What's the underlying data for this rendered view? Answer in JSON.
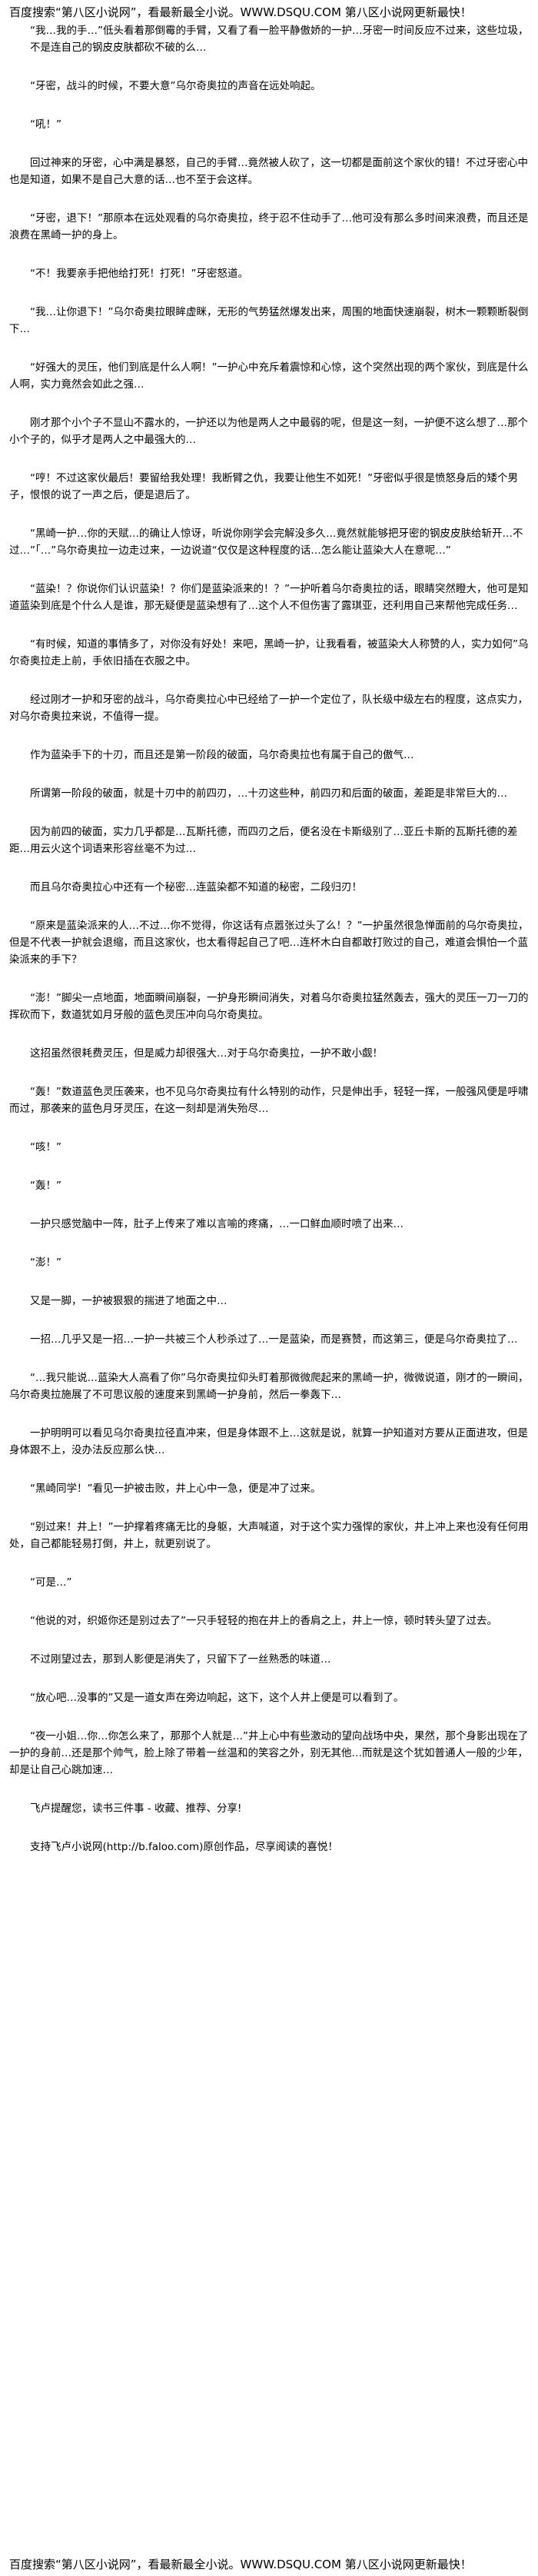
{
  "header_banner": "百度搜索“第八区小说网”，看最新最全小说。WWW.DSQU.COM 第八区小说网更新最快！",
  "footer_banner": "百度搜索“第八区小说网”，看最新最全小说。WWW.DSQU.COM 第八区小说网更新最快！",
  "paragraphs": [
    "“我…我的手…”低头看着那倒霉的手臂，又看了看一脸平静傲娇的一护…牙密一时间反应不过来，这些垃圾，不是连自己的钢皮皮肤都砍不破的么…",
    "“牙密，战斗的时候，不要大意”乌尔奇奥拉的声音在远处响起。",
    "“吼！”",
    "回过神来的牙密，心中满是暴怒，自己的手臂…竟然被人砍了，这一切都是面前这个家伙的错！不过牙密心中也是知道，如果不是自己大意的话…也不至于会这样。",
    "“牙密，退下！”那原本在远处观看的乌尔奇奥拉，终于忍不住动手了…他可没有那么多时间来浪费，而且还是浪费在黑崎一护的身上。",
    "“不！我要亲手把他给打死！打死！”牙密怒道。",
    "“我…让你退下！”乌尔奇奥拉眼眸虚眯，无形的气势猛然爆发出来，周围的地面快速崩裂，树木一颗颗断裂倒下…",
    "“好强大的灵压，他们到底是什么人啊！”一护心中充斥着震惊和心惊，这个突然出现的两个家伙，到底是什么人啊，实力竟然会如此之强…",
    "刚才那个小个子不显山不露水的，一护还以为他是两人之中最弱的呢，但是这一刻，一护便不这么想了…那个小个子的，似乎才是两人之中最强大的…",
    "“哼！不过这家伙最后！要留给我处理！我断臂之仇，我要让他生不如死！”牙密似乎很是愤怒身后的矮个男子，恨恨的说了一声之后，便是退后了。",
    "“黑崎一护…你的天赋…的确让人惊讶，听说你刚学会完解没多久…竟然就能够把牙密的钢皮皮肤给斩开…不过…”「…”乌尔奇奥拉一边走过来，一边说道“仅仅是这种程度的话…怎么能让蓝染大人在意呢…”",
    "“蓝染！？你说你们认识蓝染！？你们是蓝染派来的！？”一护听着乌尔奇奥拉的话，眼睛突然瞪大，他可是知道蓝染到底是个什么人是谁，那无疑便是蓝染想有了…这个人不但伤害了露琪亚，还利用自己来帮他完成任务…",
    "“有时候，知道的事情多了，对你没有好处！来吧，黑崎一护，让我看看，被蓝染大人称赞的人，实力如何”乌尔奇奥拉走上前，手依旧插在衣服之中。",
    "经过刚才一护和牙密的战斗，乌尔奇奥拉心中已经给了一护一个定位了，队长级中级左右的程度，这点实力，对乌尔奇奥拉来说，不值得一提。",
    "作为蓝染手下的十刃，而且还是第一阶段的破面，乌尔奇奥拉也有属于自己的傲气…",
    "所谓第一阶段的破面，就是十刃中的前四刃，…十刃这些种，前四刃和后面的破面，差距是非常巨大的…",
    "因为前四的破面，实力几乎都是…瓦斯托德，而四刃之后，便名没在卡斯级别了…亚丘卡斯的瓦斯托德的差距…用云火这个词语来形容丝毫不为过…",
    "而且乌尔奇奥拉心中还有一个秘密…连蓝染都不知道的秘密，二段归刃！",
    "“原来是蓝染派来的人…不过…你不觉得，你这话有点嚣张过头了么！？”一护虽然很急惮面前的乌尔奇奥拉，但是不代表一护就会退缩，而且这家伙，也太看得起自己了吧…连杯木白自都敢打败过的自己，难道会惧怕一个蓝染派来的手下？",
    "“澎！”脚尖一点地面，地面瞬间崩裂，一护身形瞬间消失，对着乌尔奇奥拉猛然轰去，强大的灵压一刀一刀的挥砍而下，数道犹如月牙般的蓝色灵压冲向乌尔奇奥拉。",
    "这招虽然很耗费灵压，但是威力却很强大…对于乌尔奇奥拉，一护不敢小觑！",
    "“轰！”数道蓝色灵压袭来，也不见乌尔奇奥拉有什么特别的动作，只是伸出手，轻轻一挥，一般强风便是呼啸而过，那袭来的蓝色月牙灵压，在这一刻却是消失殆尽…",
    "“咳！”",
    "“轰！”",
    "一护只感觉脑中一阵，肚子上传来了难以言喻的疼痛，…一口鲜血顺时喷了出来…",
    "“澎！”",
    "又是一脚，一护被狠狠的揣进了地面之中…",
    "一招…几乎又是一招…一护一共被三个人秒杀过了…一是蓝染，而是赛赞，而这第三，便是乌尔奇奥拉了…",
    "“…我只能说…蓝染大人高看了你”乌尔奇奥拉仰头盯着那微微爬起来的黑崎一护，微微说道，刚才的一瞬间，乌尔奇奥拉施展了不可思议般的速度来到黑崎一护身前，然后一拳轰下…",
    "一护明明可以看见乌尔奇奥拉径直冲来，但是身体跟不上…这就是说，就算一护知道对方要从正面进攻，但是身体跟不上，没办法反应那么快…",
    "“黑崎同学！”看见一护被击败，井上心中一急，便是冲了过来。",
    "“别过来！井上！”一护撑着疼痛无比的身躯，大声喊道，对于这个实力强悍的家伙，井上冲上来也没有任何用处，自己都能轻易打倒，井上，就更别说了。",
    "“可是…”",
    "“他说的对，织姬你还是别过去了”一只手轻轻的抱在井上的香肩之上，井上一惊，顿时转头望了过去。",
    "不过刚望过去，那到人影便是消失了，只留下了一丝熟悉的味道…",
    "“放心吧…没事的”又是一道女声在旁边响起，这下，这个人井上便是可以看到了。",
    "“夜一小姐…你…你怎么来了，那那个人就是…”井上心中有些激动的望向战场中央，果然，那个身影出现在了一护的身前…还是那个帅气，脸上除了带着一丝温和的笑容之外，别无其他…而就是这个犹如普通人一般的少年，却是让自己心跳加速…",
    "飞卢提醒您，读书三件事 - 收藏、推荐、分享!",
    "支持飞卢小说网(http://b.faloo.com)原创作品，尽享阅读的喜悦！"
  ]
}
